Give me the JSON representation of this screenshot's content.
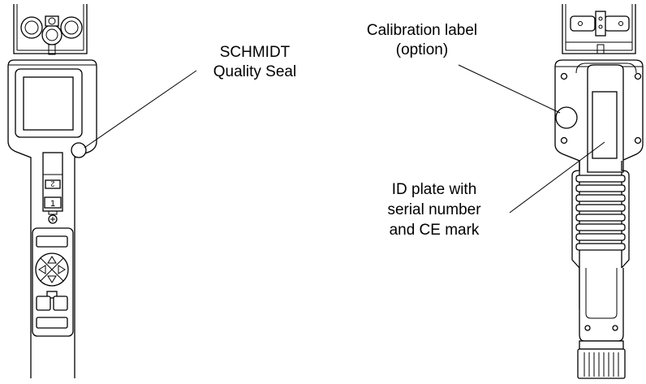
{
  "callouts": {
    "quality_seal": [
      "SCHMIDT",
      "Quality Seal"
    ],
    "calibration": [
      "Calibration label",
      "(option)"
    ],
    "id_plate": [
      "ID plate with",
      "serial number",
      "and CE mark"
    ]
  },
  "device_front": {
    "selector_top_digit": "2",
    "selector_bottom_digit": "1"
  }
}
